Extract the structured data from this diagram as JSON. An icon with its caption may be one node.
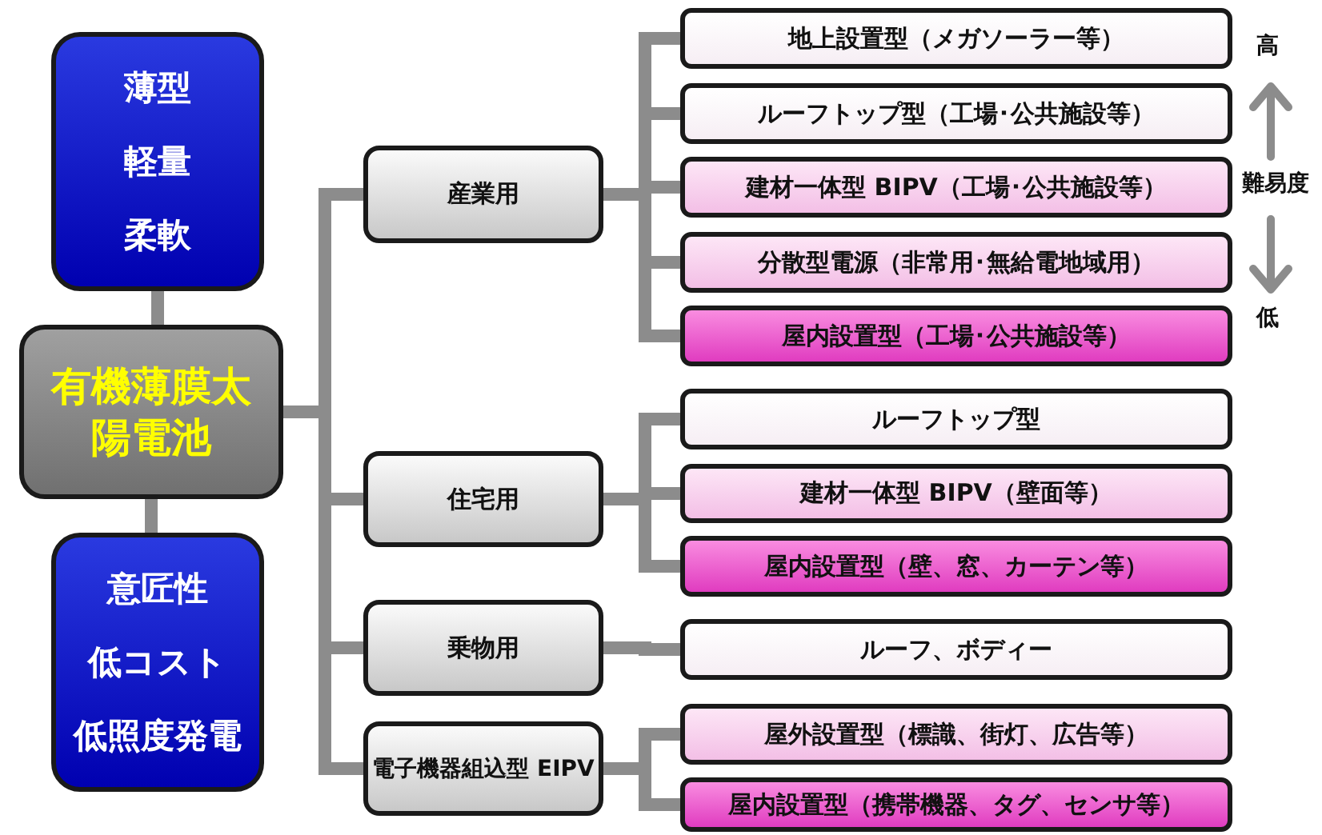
{
  "diagram": {
    "nodes": [
      {
        "text": [
          "薄型",
          "軽量",
          "柔軟"
        ]
      },
      {
        "text": [
          "有機薄膜太陽電池"
        ]
      },
      {
        "text": [
          "意匠性",
          "低コスト",
          "低照度発電"
        ]
      },
      {
        "text": [
          "産業用"
        ]
      },
      {
        "text": [
          "住宅用"
        ]
      },
      {
        "text": [
          "乗物用"
        ]
      },
      {
        "text": [
          "電子機器組込型 EIPV"
        ]
      },
      {
        "text": [
          "地上設置型（メガソーラー等）"
        ]
      },
      {
        "text": [
          "ルーフトップ型（工場･公共施設等）"
        ]
      },
      {
        "text": [
          "建材一体型 BIPV（工場･公共施設等）"
        ]
      },
      {
        "text": [
          "分散型電源（非常用･無給電地域用）"
        ]
      },
      {
        "text": [
          "屋内設置型（工場･公共施設等）"
        ]
      },
      {
        "text": [
          "ルーフトップ型"
        ]
      },
      {
        "text": [
          "建材一体型 BIPV（壁面等）"
        ]
      },
      {
        "text": [
          "屋内設置型（壁、窓、カーテン等）"
        ]
      },
      {
        "text": [
          "ルーフ、ボディー"
        ]
      },
      {
        "text": [
          "屋外設置型（標識、街灯、広告等）"
        ]
      },
      {
        "text": [
          "屋内設置型（携帯機器、タグ、センサ等）"
        ]
      }
    ],
    "edges": [
      {
        "from": 0,
        "to": 1,
        "arrow": "none"
      },
      {
        "from": 1,
        "to": 2,
        "arrow": "none"
      },
      {
        "from": 1,
        "to": 3,
        "arrow": "none"
      },
      {
        "from": 1,
        "to": 4,
        "arrow": "none"
      },
      {
        "from": 1,
        "to": 5,
        "arrow": "none"
      },
      {
        "from": 1,
        "to": 6,
        "arrow": "none"
      },
      {
        "from": 3,
        "to": 7,
        "arrow": "none"
      },
      {
        "from": 3,
        "to": 8,
        "arrow": "none"
      },
      {
        "from": 3,
        "to": 9,
        "arrow": "none"
      },
      {
        "from": 3,
        "to": 10,
        "arrow": "none"
      },
      {
        "from": 3,
        "to": 11,
        "arrow": "none"
      },
      {
        "from": 4,
        "to": 12,
        "arrow": "none"
      },
      {
        "from": 4,
        "to": 13,
        "arrow": "none"
      },
      {
        "from": 4,
        "to": 14,
        "arrow": "none"
      },
      {
        "from": 5,
        "to": 15,
        "arrow": "none"
      },
      {
        "from": 6,
        "to": 16,
        "arrow": "none"
      },
      {
        "from": 6,
        "to": 17,
        "arrow": "none"
      }
    ],
    "labels": [
      "高",
      "難易度",
      "低"
    ]
  }
}
